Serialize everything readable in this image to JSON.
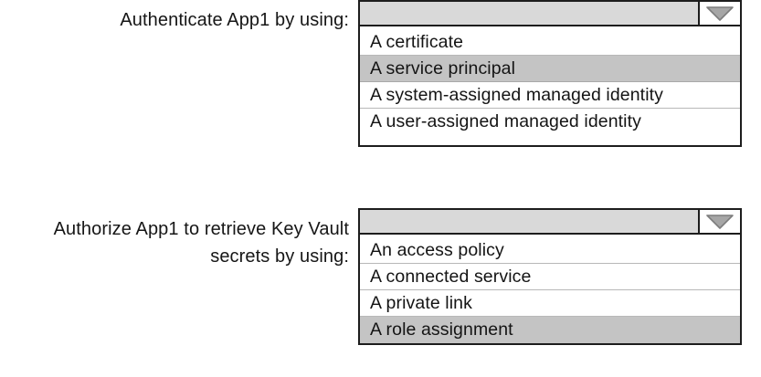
{
  "questions": [
    {
      "label": "Authenticate App1 by using:",
      "selected_value": "",
      "dropdown_icon": "chevron-down-icon",
      "options": [
        {
          "label": "A certificate",
          "selected": false
        },
        {
          "label": "A service principal",
          "selected": true
        },
        {
          "label": "A system-assigned managed identity",
          "selected": false
        },
        {
          "label": "A user-assigned managed identity",
          "selected": false
        }
      ]
    },
    {
      "label": "Authorize App1 to retrieve Key Vault\nsecrets by using:",
      "selected_value": "",
      "dropdown_icon": "chevron-down-icon",
      "options": [
        {
          "label": "An access policy",
          "selected": false
        },
        {
          "label": "A connected service",
          "selected": false
        },
        {
          "label": "A private link",
          "selected": false
        },
        {
          "label": "A role assignment",
          "selected": true
        }
      ]
    }
  ],
  "colors": {
    "field_background": "#d9d9d9",
    "highlight": "#c4c4c4",
    "border": "#1d1d1d",
    "arrow_fill": "#a6a6a6",
    "arrow_stroke": "#808080",
    "page_background": "#ffffff",
    "text": "#161616"
  }
}
